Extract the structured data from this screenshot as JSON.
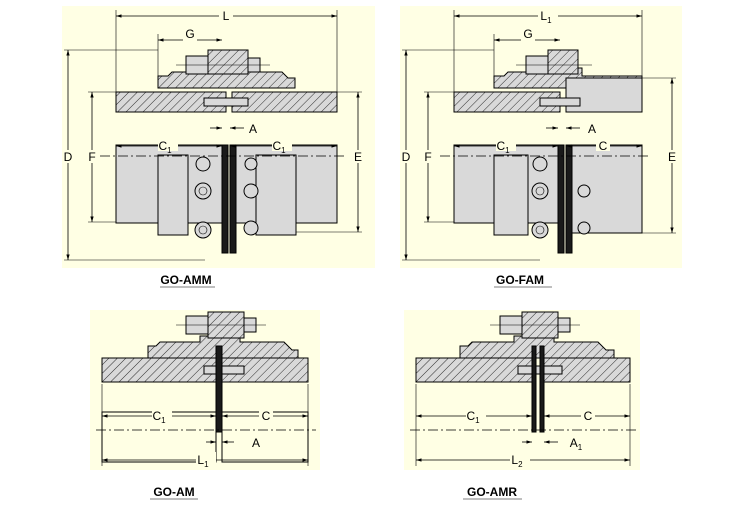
{
  "diagrams": [
    {
      "id": "amm",
      "caption": "GO-AMM",
      "dims": {
        "overall": "L",
        "g": "G",
        "d": "D",
        "f": "F",
        "e": "E",
        "a": "A",
        "c_left": "C",
        "c_left_sub": "1",
        "c_right": "C",
        "c_right_sub": "1"
      }
    },
    {
      "id": "fam",
      "caption": "GO-FAM",
      "dims": {
        "overall": "L",
        "overall_sub": "1",
        "g": "G",
        "d": "D",
        "f": "F",
        "e": "E",
        "a": "A",
        "c_left": "C",
        "c_left_sub": "1",
        "c_right": "C"
      }
    },
    {
      "id": "am",
      "caption": "GO-AM",
      "dims": {
        "c_left": "C",
        "c_left_sub": "1",
        "c_right": "C",
        "a": "A",
        "overall": "L",
        "overall_sub": "1"
      }
    },
    {
      "id": "amr",
      "caption": "GO-AMR",
      "dims": {
        "c_left": "C",
        "c_left_sub": "1",
        "c_right": "C",
        "a": "A",
        "a_sub": "1",
        "overall": "L",
        "overall_sub": "2"
      }
    }
  ],
  "colors": {
    "panel": "#ffffe4",
    "metal": "#d9d9d9",
    "flange": "#1a1a1a"
  }
}
